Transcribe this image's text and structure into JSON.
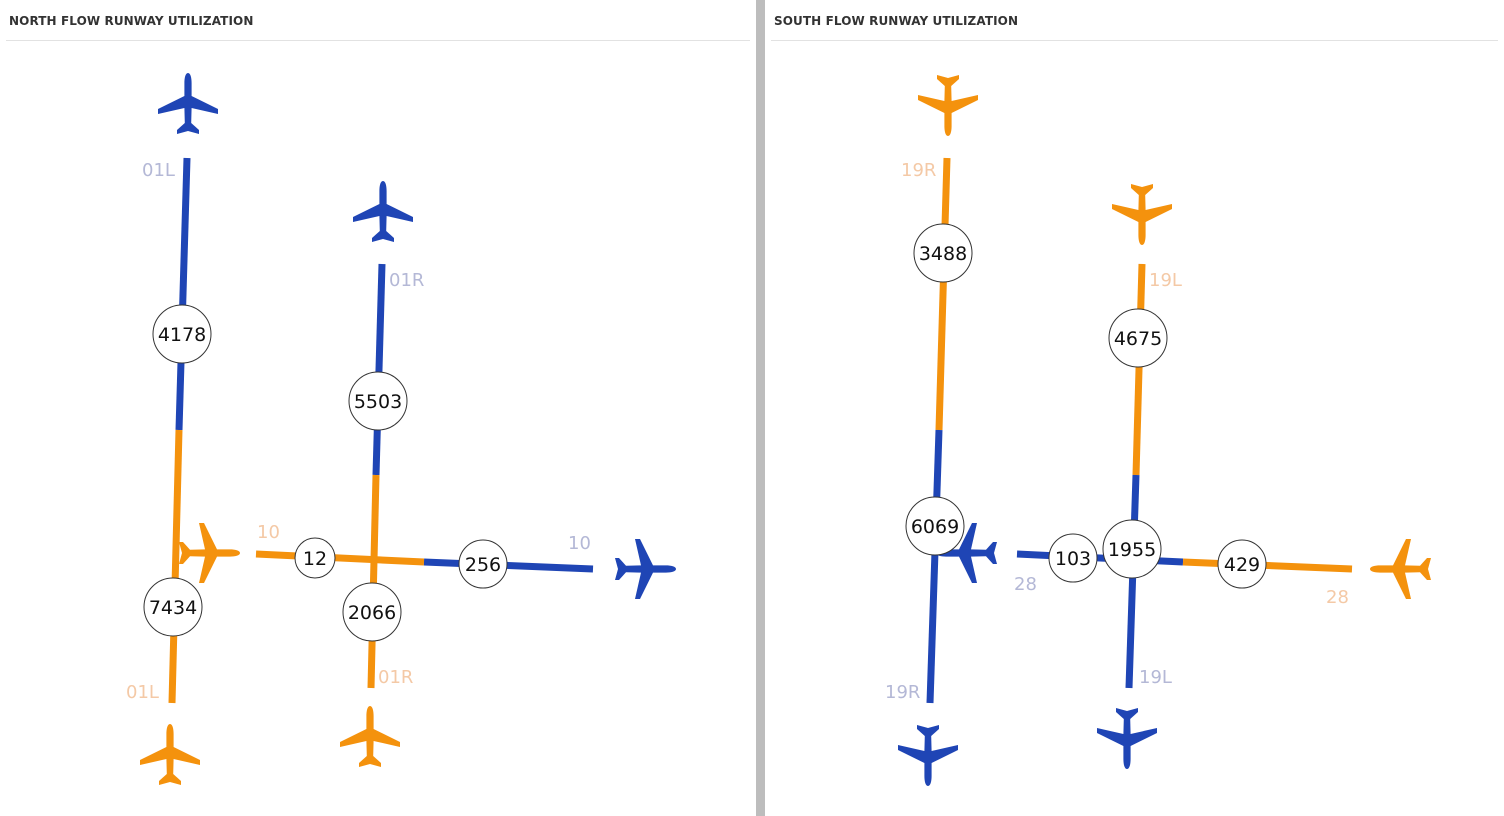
{
  "colors": {
    "departure": "#1f45b5",
    "arrival": "#f4920d",
    "label_blue": "#b4b8d6",
    "label_orange": "#f4c9a6"
  },
  "icons": {
    "plane": "airplane-icon"
  },
  "north": {
    "title": "NORTH FLOW RUNWAY UTILIZATION",
    "counts": {
      "r01l_dep": "4178",
      "r01r_dep": "5503",
      "r10_arr": "12",
      "r10_dep": "256",
      "r01l_arr": "7434",
      "r01r_arr": "2066"
    },
    "runways": {
      "r01l_top": "01L",
      "r01r_top": "01R",
      "r10_mid": "10",
      "r10_right": "10",
      "r01l_bottom": "01L",
      "r01r_bottom": "01R"
    }
  },
  "south": {
    "title": "SOUTH FLOW RUNWAY UTILIZATION",
    "counts": {
      "r19r_arr": "3488",
      "r19l_arr": "4675",
      "r19r_dep": "6069",
      "r28_dep": "103",
      "r19l_dep": "1955",
      "r28_arr": "429"
    },
    "runways": {
      "r19r_top": "19R",
      "r19l_top": "19L",
      "r28_left": "28",
      "r28_right": "28",
      "r19r_bottom": "19R",
      "r19l_bottom": "19L"
    }
  }
}
